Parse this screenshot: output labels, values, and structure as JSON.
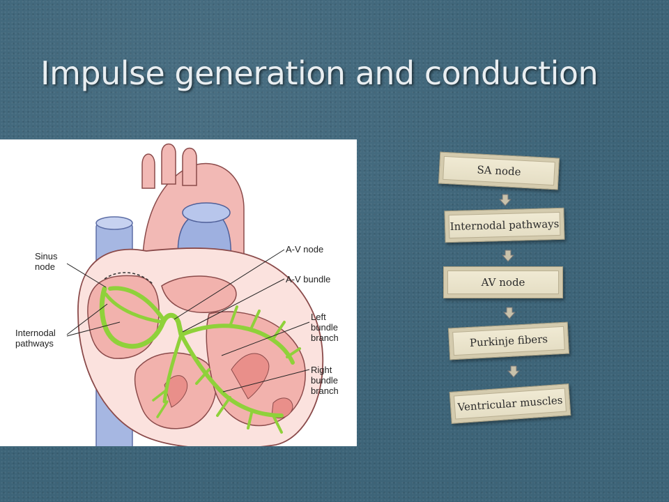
{
  "slide": {
    "title": "Impulse generation and conduction"
  },
  "diagram_labels": {
    "sinus_node": "Sinus\nnode",
    "av_node": "A-V node",
    "av_bundle": "A-V bundle",
    "internodal_pathways": "Internodal\npathways",
    "left_bundle_branch": "Left\nbundle\nbranch",
    "right_bundle_branch": "Right\nbundle\nbranch"
  },
  "flow": {
    "steps": [
      "SA node",
      "Internodal pathways",
      "AV node",
      "Purkinje fibers",
      "Ventricular muscles"
    ]
  },
  "colors": {
    "background": "#3d6478",
    "conduction_path": "#8fd13a",
    "heart_tissue": "#f0b7b3",
    "vein": "#9fb3e0",
    "flow_box": "#e8e1c8"
  }
}
